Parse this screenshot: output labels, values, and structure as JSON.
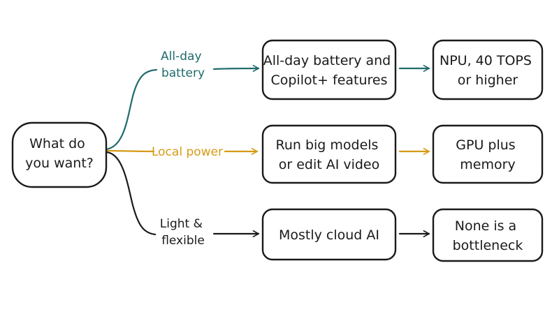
{
  "colors": {
    "teal": "#1f6b6b",
    "gold": "#d69a17",
    "ink": "#1a1a1a"
  },
  "root": {
    "lines": [
      "What do",
      "you want?"
    ]
  },
  "branches": [
    {
      "id": "battery",
      "color": "#1f6b6b",
      "label_lines": [
        "All-day",
        "battery"
      ],
      "middle_lines": [
        "All-day battery and",
        "Copilot+ features"
      ],
      "result_lines": [
        "NPU, 40 TOPS",
        "or higher"
      ]
    },
    {
      "id": "local",
      "color": "#d69a17",
      "label_lines": [
        "Local power"
      ],
      "middle_lines": [
        "Run big models",
        "or edit AI video"
      ],
      "result_lines": [
        "GPU plus",
        "memory"
      ]
    },
    {
      "id": "light",
      "color": "#1a1a1a",
      "label_lines": [
        "Light &",
        "flexible"
      ],
      "middle_lines": [
        "Mostly cloud AI"
      ],
      "result_lines": [
        "None is a",
        "bottleneck"
      ]
    }
  ]
}
